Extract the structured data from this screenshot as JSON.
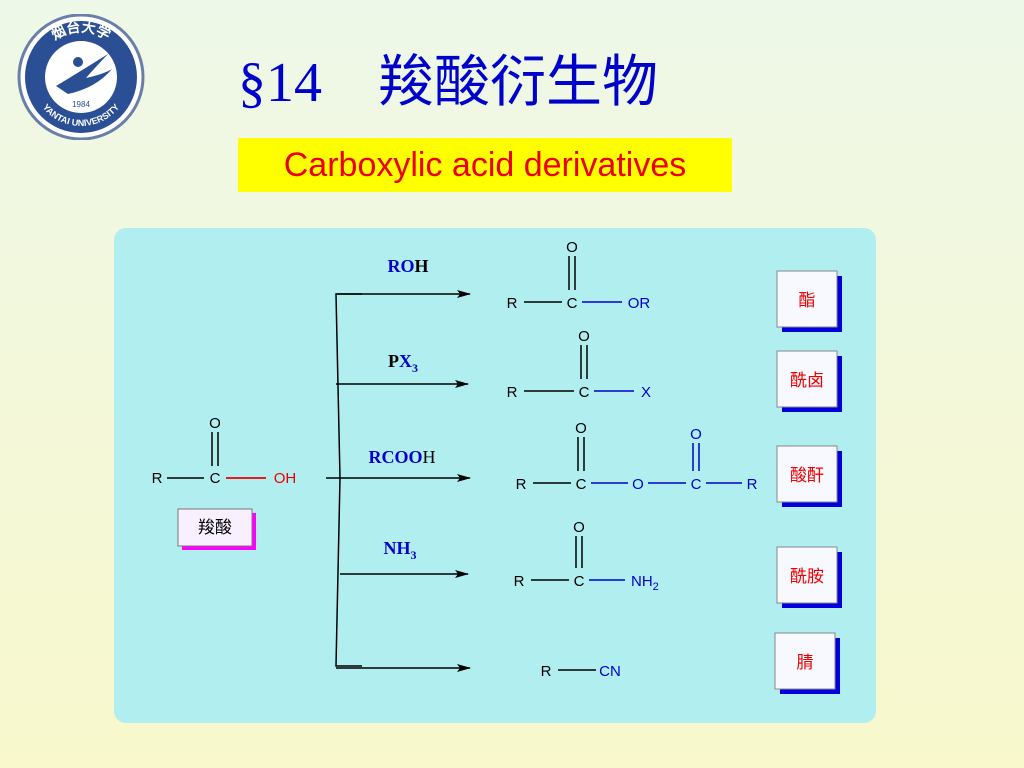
{
  "header": {
    "title": "§14　羧酸衍生物",
    "subtitle": "Carboxylic acid derivatives",
    "logo_top_text": "烟台大学",
    "logo_year": "1984",
    "logo_bottom_text": "YANTAI UNIVERSITY"
  },
  "colors": {
    "title": "#0000cc",
    "subtitle_text": "#ee0000",
    "subtitle_bg": "#ffff00",
    "panel_bg": "#b0eef0",
    "atom_highlight": "#0000cc",
    "oh_highlight": "#ee0000",
    "box_label": "#ee0000",
    "source_box_shadow": "#ff00ff",
    "product_box_shadow": "#0000dd"
  },
  "source": {
    "R": "R",
    "C": "C",
    "O": "O",
    "OH": "OH",
    "label": "羧酸"
  },
  "reactions": [
    {
      "reagent": "ROH",
      "label": "酯"
    },
    {
      "reagent": "PX3",
      "label": "酰卤"
    },
    {
      "reagent": "RCOOH",
      "label": "酸酐"
    },
    {
      "reagent": "NH3",
      "label": "酰胺"
    },
    {
      "reagent": "",
      "label": "腈"
    }
  ],
  "products": {
    "ester": {
      "R": "R",
      "C": "C",
      "O": "O",
      "OR": "OR"
    },
    "halide": {
      "R": "R",
      "C": "C",
      "O": "O",
      "X": "X"
    },
    "anhydride": {
      "R1": "R",
      "C1": "C",
      "O1": "O",
      "Obridge": "O",
      "C2": "C",
      "O2": "O",
      "R2": "R"
    },
    "amide": {
      "R": "R",
      "C": "C",
      "O": "O",
      "NH": "NH",
      "sub": "2"
    },
    "nitrile": {
      "R": "R",
      "CN": "CN"
    }
  },
  "reagent_parts": {
    "roh": {
      "a": "RO",
      "b": "H"
    },
    "px3": {
      "a": "P",
      "b": "X",
      "sub": "3"
    },
    "rcooh": {
      "a": "RCOO",
      "b": "H"
    },
    "nh3": {
      "a": "NH",
      "sub": "3"
    }
  }
}
